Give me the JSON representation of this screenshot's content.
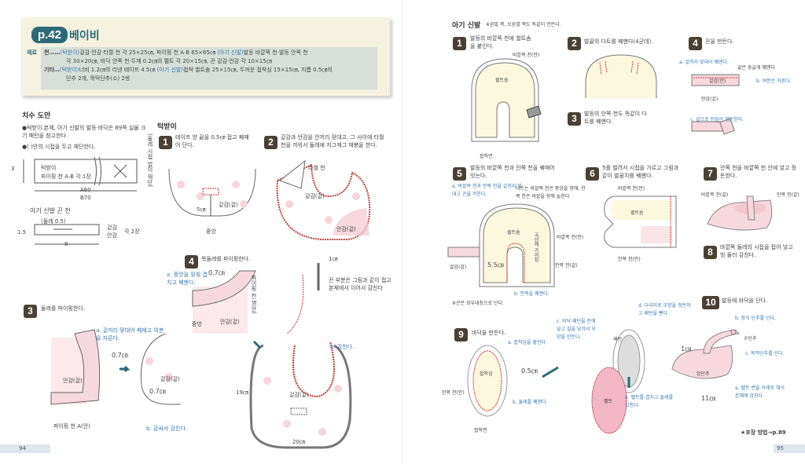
{
  "left_page": {
    "header": {
      "page_ref": "p.42",
      "title": "베이비",
      "materials_label": "재료",
      "fabric_label": "천……",
      "fabric_bib": "(턱받이)",
      "fabric_bib_text": "겉감·안감·타월 천 각 25×25㎝, 파이핑 천 A·B 65×65㎝ ",
      "fabric_shoe": "(아기 신발)",
      "fabric_shoe_text": "발등 바깥쪽 천·발등 안쪽 천",
      "fabric_line2": "각 30×20㎝, 바닥 안쪽 천·두께 0.2㎝의 펠트 각 20×15㎝, 끈 겉감·안감 각 10×15㎝",
      "other_label": "기타…",
      "other_bib": "(턱받이)",
      "other_bib_text": "너비 1.2㎝의 리넨 테이프 4.5㎝ ",
      "other_shoe": "(아기 신발)",
      "other_shoe_text": "접착 퀼트솜 25×15㎝, 두꺼운 접착심 15×15㎝, 지름 0.5㎝의",
      "other_line2": "단추 2개, 똑딱단추(소) 2쌍"
    },
    "cutting": {
      "title": "치수 도안",
      "note1": "●턱받이 본체, 아기 신발의 발등·바닥은 89쪽 실물 크기 패턴을 참고한다.",
      "note2": "●(  )안의 시접을 두고 재단한다.",
      "piece_name": "턱받이",
      "piece_desc": "파이핑 천 A·B 각 1장",
      "dim_height": "3",
      "dim_a": "A60",
      "dim_b": "B70",
      "side_note": "(둘레 시접 없이 재단)",
      "strap_title": "아기 신발 끈 천",
      "strap_seam": "(둘레 0.5)",
      "strap_height": "1.5",
      "strap_width": "8",
      "strap_outer": "겉감",
      "strap_inner": "안감",
      "strap_count": "각 2장"
    },
    "bib_section_title": "턱받이",
    "steps": [
      {
        "num": "1",
        "text": "테이프 양 끝을 0.5㎝ 접고 꿰매어 단다.",
        "labels": [
          "5㎝",
          "겉감(겉)",
          "중앙"
        ]
      },
      {
        "num": "2",
        "text": "겉감과 안감을 안끼리 맞대고, 그 사이에 타월 천을 끼워서 둘레에 지그재그 재봉을 한다.",
        "labels": [
          "타월 천",
          "겉감(겉)",
          "안감(겉)"
        ]
      },
      {
        "num": "3",
        "text": "둘레를 파이핑한다.",
        "labels": [
          "a. 겉끼리 맞대어 꿰매고 여분을 자른다.",
          "0.7㎝",
          "안감(겉)",
          "겉감(겉)",
          "0.7㎝",
          "파이핑 천 A(안)",
          "b. 감싸서 감친다."
        ]
      },
      {
        "num": "4",
        "text": "목둘레를 파이핑한다.",
        "labels": [
          "a. 중앙을 맞춰 겹치고 꿰맨다.",
          "0.7㎝",
          "파이핑 천 B(안)",
          "중앙",
          "안감(겉)",
          "1㎝",
          "끈 부분은 그림과 같이 접고 본체에서 이어서 감친다",
          "b. 감친다.",
          "19㎝",
          "겉감(겉)",
          "20㎝"
        ]
      }
    ],
    "page_number": "94"
  },
  "right_page": {
    "section_title": "아기 신발",
    "section_note": "※왼발 쪽, 오른발 쪽도 똑같이 만든다.",
    "steps": [
      {
        "num": "1",
        "text": "발등의 바깥쪽 천에 퀼트솜을 붙인다.",
        "labels": [
          "바깥쪽 천(안)",
          "퀼트솜",
          "접착면"
        ]
      },
      {
        "num": "2",
        "text": "발끝의 다트를 꿰맨다(4군데)."
      },
      {
        "num": "3",
        "text": "발등의 안쪽 천도 똑같이 다트를 꿰맨다."
      },
      {
        "num": "4",
        "text": "끈을 만든다.",
        "labels": [
          "a. 겉끼리 맞대어 꿰맨다.",
          "끝은 둥글게 꿰맨다",
          "겉감(안)",
          "b. 여분은 자른다.",
          "안감(겉)",
          "c. 겉으로 뒤집어 정돈한다."
        ]
      },
      {
        "num": "5",
        "text": "발등의 바깥쪽 천과 안쪽 천을 꿰매어 잇는다.",
        "labels": [
          "a. 바깥쪽 천과 안쪽 천을 겉끼리 맞대고 끈을 끼운다.",
          "다트는 바깥쪽 천은 중앙을 향해, 안쪽 천은 바깥을 향해 눕힌다",
          "퀼트솜",
          "곡선에 가위집",
          "바깥쪽 천(안)",
          "겉감(겉)",
          "5.5㎝",
          "안쪽 천(겉)",
          "b. 안쪽을 꿰맨다."
        ]
      },
      {
        "num": "6",
        "text": "5를 벌려서 시접을 가르고 그림과 같이 발꿈치를 꿰맨다.",
        "labels": [
          "바깥쪽 천(안)",
          "퀼트솜",
          "안쪽 천(안)"
        ]
      },
      {
        "num": "7",
        "text": "안쪽 천을 바깥쪽 천 안에 넣고 정돈한다.",
        "labels": [
          "바깥쪽 천(겉)",
          "안쪽 천(겉)"
        ]
      },
      {
        "num": "8",
        "text": "바깥쪽 둘레의 시접을 접어 넣고 빙 둘러 감친다."
      },
      {
        "num": "9",
        "text": "바닥을 만든다.",
        "labels": [
          "a. 접착심을 붙인다.",
          "접착심",
          "0.5㎝",
          "안쪽 천(안)",
          "b. 둘레를 꿰맨다.",
          "접착면",
          "c. 바닥 패턴을 안에 넣고 실을 당겨서 모양을 만든다.",
          "패턴",
          "d. 다리미로 모양을 정돈하고 패턴을 뺀다.",
          "펠트",
          "e. 펠트를 겹치고 둘레를 감친다."
        ]
      },
      {
        "num": "10",
        "text": "발등에 바닥을 단다.",
        "labels": [
          "b. 장식 단추를 단다.",
          "수단추",
          "1㎝",
          "c. 똑딱단추를 단다.",
          "암단추",
          "a. 펠트 면을 아래로 해서 본체에 감친다.",
          "11㎝"
        ]
      }
    ],
    "strap_note": "※끈은 좌우대칭으로 단다.",
    "wrapping_link": "★포장 방법→p.89",
    "page_number": "95"
  },
  "colors": {
    "accent": "#2c6a78",
    "blue_text": "#3a78a8",
    "step_badge": "#4a4034",
    "box_bg": "#f5f2e1",
    "pink": "#f7d8de",
    "cream": "#fbf8dd",
    "stitch_red": "#d33"
  }
}
